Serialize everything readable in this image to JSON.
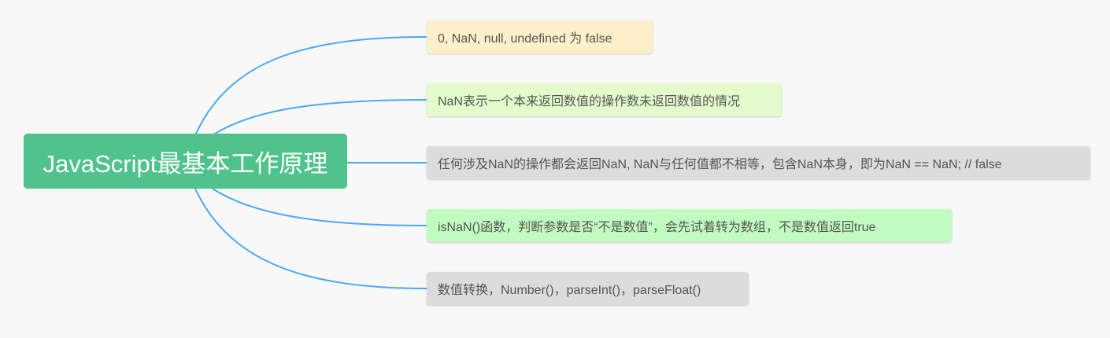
{
  "root": {
    "label": "JavaScript最基本工作原理",
    "color": "#4fc38b"
  },
  "link_color": "#4aa8f5",
  "nodes": [
    {
      "label": "0, NaN, null, undefined 为 false",
      "color": "#fdefc9"
    },
    {
      "label": "NaN表示一个本来返回数值的操作数未返回数值的情况",
      "color": "#e4fbcc"
    },
    {
      "label": "任何涉及NaN的操作都会返回NaN, NaN与任何值都不相等，包含NaN本身，即为NaN == NaN; // false",
      "color": "#dcdcdc"
    },
    {
      "label": "isNaN()函数，判断参数是否“不是数值”，会先试着转为数组，不是数值返回true",
      "color": "#c2fbc0"
    },
    {
      "label": "数值转换，Number()，parseInt()，parseFloat()",
      "color": "#dcdcdc"
    }
  ]
}
